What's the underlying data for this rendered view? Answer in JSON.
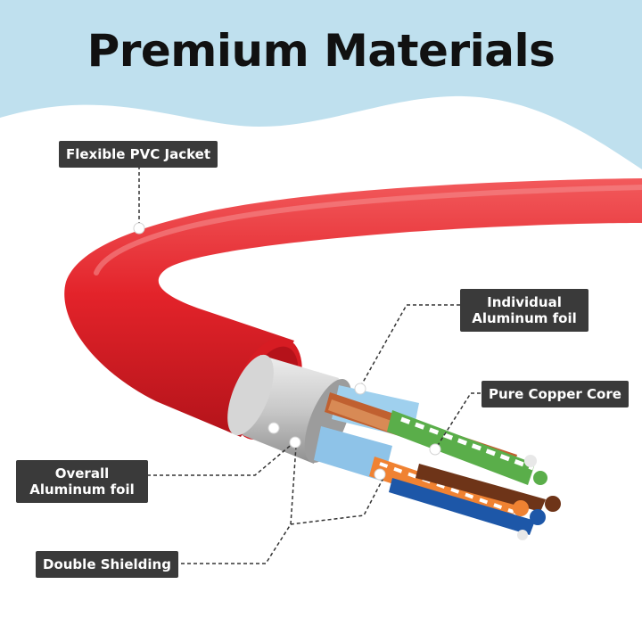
{
  "title": "Premium Materials",
  "labels": {
    "pvc_jacket": "Flexible PVC Jacket",
    "individual_foil": [
      "Individual",
      "Aluminum foil"
    ],
    "copper_core": "Pure Copper Core",
    "overall_foil": [
      "Overall",
      "Aluminum foil"
    ],
    "double_shielding": "Double Shielding"
  },
  "colors": {
    "sky": "#bfe0ee",
    "jacket_red": "#e3232a",
    "label_bg": "#3a3a3a",
    "copper": "#c8733f"
  }
}
